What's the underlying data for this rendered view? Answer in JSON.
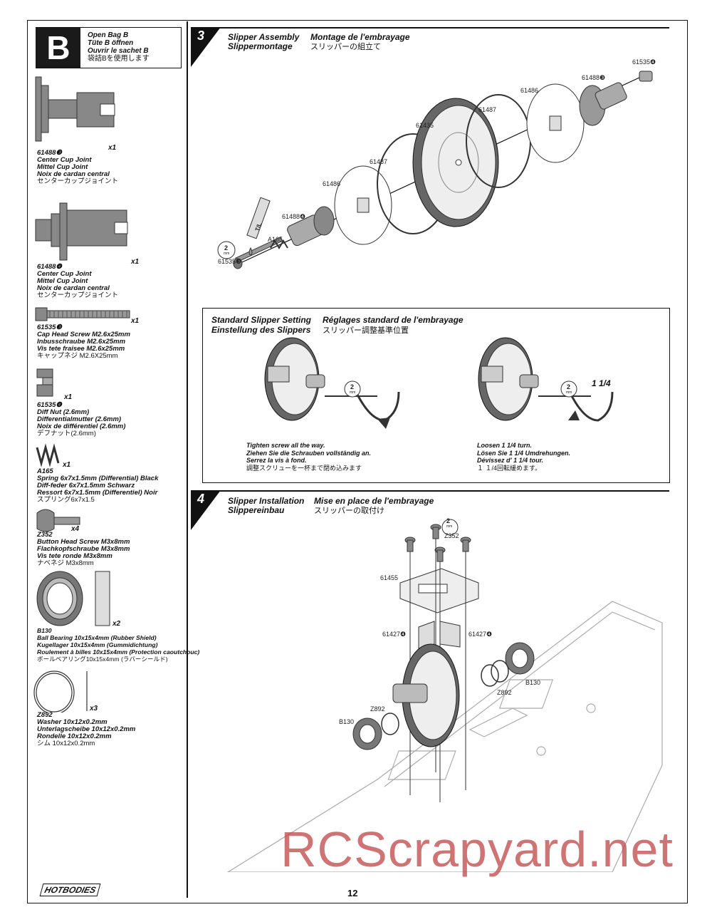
{
  "bag": {
    "letter": "B",
    "lines": [
      "Open Bag B",
      "Tüte B öffnen",
      "Ouvrir le sachet B"
    ],
    "jp": "袋詰Bを使用します"
  },
  "parts": [
    {
      "id": "61488❸",
      "lines": [
        "Center Cup Joint",
        "Mittel Cup Joint",
        "Noix de cardan central"
      ],
      "jp": "センターカップジョイント",
      "qty": "x1"
    },
    {
      "id": "61488❹",
      "lines": [
        "Center Cup Joint",
        "Mittel Cup Joint",
        "Noix de cardan central"
      ],
      "jp": "センターカップジョイント",
      "qty": "x1"
    },
    {
      "id": "61535❸",
      "lines": [
        "Cap Head Screw M2.6x25mm",
        "Inbusschraube M2.6x25mm",
        "Vis tete fraisee M2.6x25mm"
      ],
      "jp": "キャップネジ M2.6X25mm",
      "qty": "x1"
    },
    {
      "id": "61535❹",
      "lines": [
        "Diff Nut (2.6mm)",
        "Differentialmutter (2.6mm)",
        "Noix de différentiel (2.6mm)"
      ],
      "jp": "デフナット(2.6mm)",
      "qty": "x1"
    },
    {
      "id": "A165",
      "lines": [
        "Spring 6x7x1.5mm (Differential) Black",
        "Diff-feder 6x7x1.5mm Schwarz",
        "Ressort 6x7x1.5mm (Differentiel) Noir"
      ],
      "jp": "スプリング6x7x1.5",
      "qty": "x1"
    },
    {
      "id": "Z352",
      "lines": [
        "Button Head Screw M3x8mm",
        "Flachkopfschraube M3x8mm",
        "Vis tete ronde M3x8mm"
      ],
      "jp": "ナベネジ M3x8mm",
      "qty": "x4"
    },
    {
      "id": "B130",
      "lines": [
        "Ball Bearing 10x15x4mm (Rubber Shield)",
        "Kugellager 10x15x4mm (Gummidichtung)",
        "Roulement à billes 10x15x4mm (Protection caoutchouc)"
      ],
      "jp": "ボールベアリング10x15x4mm (ラバーシールド)",
      "qty": "x2"
    },
    {
      "id": "Z892",
      "lines": [
        "Washer 10x12x0.2mm",
        "Unterlagscheibe 10x12x0.2mm",
        "Rondelle 10x12x0.2mm"
      ],
      "jp": "シム 10x12x0.2mm",
      "qty": "x3"
    }
  ],
  "step3": {
    "number": "3",
    "title_en": "Slipper Assembly",
    "title_fr": "Montage de l'embrayage",
    "title_de": "Slippermontage",
    "title_jp": "スリッパーの組立て",
    "callouts": {
      "c61535b_top": "61535❹",
      "c61488a_top": "61488❸",
      "c61486_top": "61486",
      "c61487_top": "61487",
      "c61435": "61435",
      "c61487_bot": "61487",
      "c61486_bot": "61486",
      "c61488b": "61488❹",
      "a165": "A165",
      "c61535a": "61535❸",
      "tool": "2",
      "tool_unit": "mm",
      "tube": "T/L"
    }
  },
  "std": {
    "title_en": "Standard Slipper Setting",
    "title_fr": "Réglages standard de l'embrayage",
    "title_de": "Einstellung des Slippers",
    "title_jp": "スリッパー調整基準位置",
    "turn": "1 1/4",
    "tool": "2",
    "tool_unit": "mm",
    "left_caption": [
      "Tighten screw all the way.",
      "Ziehen Sie die Schrauben vollständig an.",
      "Serrez la vis à fond."
    ],
    "left_jp": "調整スクリューを一杯まで閉め込みます",
    "right_caption": [
      "Loosen 1 1/4 turn.",
      "Lösen Sie 1 1/4 Umdrehungen.",
      "Dévissez d' 1 1/4 tour."
    ],
    "right_jp": "１ １/4回転緩めます。"
  },
  "step4": {
    "number": "4",
    "title_en": "Slipper Installation",
    "title_fr": "Mise en place de l'embrayage",
    "title_de": "Slippereinbau",
    "title_jp": "スリッパーの取付け",
    "callouts": {
      "z352": "Z352",
      "tool": "2",
      "tool_unit": "mm",
      "c61455": "61455",
      "c61427_left": "61427❹",
      "c61427_right": "61427❹",
      "b130_right": "B130",
      "z892_right": "Z892",
      "z892_left": "Z892",
      "b130_left": "B130"
    }
  },
  "footer": {
    "page": "12",
    "logo": "HOTBODIES",
    "watermark": "RCScrapyard.net"
  }
}
